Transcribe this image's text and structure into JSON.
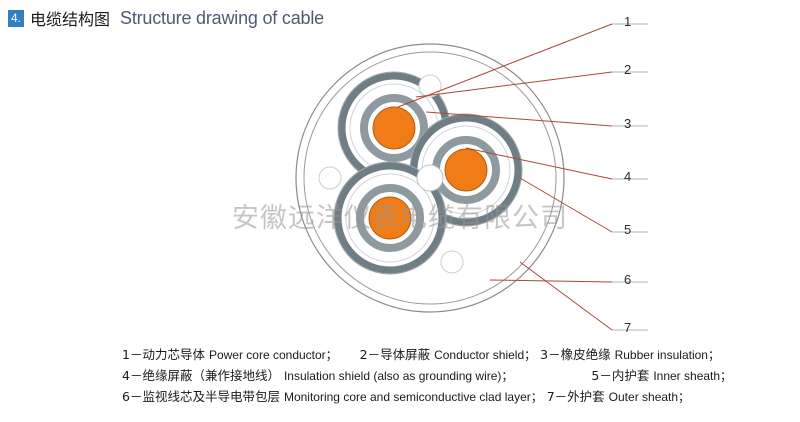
{
  "header": {
    "badge": "4.",
    "title_cn": "电缆结构图",
    "title_en": "Structure drawing of cable",
    "badge_color": "#2f7fc1",
    "title_en_color": "#4e5b73"
  },
  "watermark": {
    "text": "安徽远洋仪表电缆有限公司"
  },
  "diagram": {
    "type": "cable-cross-section",
    "callout_numbers": [
      "1",
      "2",
      "3",
      "4",
      "5",
      "6",
      "7"
    ],
    "colors": {
      "conductor": "#ef7c17",
      "conductor_stroke": "#b85c0a",
      "conductor_shield": "#8f9aa0",
      "insulation": "#ffffff",
      "insulation_shield": "#6f7d85",
      "inner_sheath": "#b9c2c7",
      "outer_sheath_line": "#8a8a8a",
      "callout_line": "#b0402f"
    }
  },
  "legend": {
    "line1": {
      "item1_cn": "1－动力芯导体",
      "item1_en": "Power core conductor；",
      "item2_cn": "2－导体屏蔽",
      "item2_en": "Conductor shield；",
      "item3_cn": "3－橡皮绝缘",
      "item3_en": "Rubber insulation；"
    },
    "line2": {
      "item4_cn": "4－绝缘屏蔽（兼作接地线）",
      "item4_en": "Insulation shield (also as grounding wire)；",
      "item5_cn": "5－内护套",
      "item5_en": "Inner sheath；"
    },
    "line3": {
      "item6_cn": "6－监视线芯及半导电带包层",
      "item6_en": "Monitoring core and semiconductive clad layer；",
      "item7_cn": "7－外护套",
      "item7_en": "Outer sheath；"
    }
  }
}
